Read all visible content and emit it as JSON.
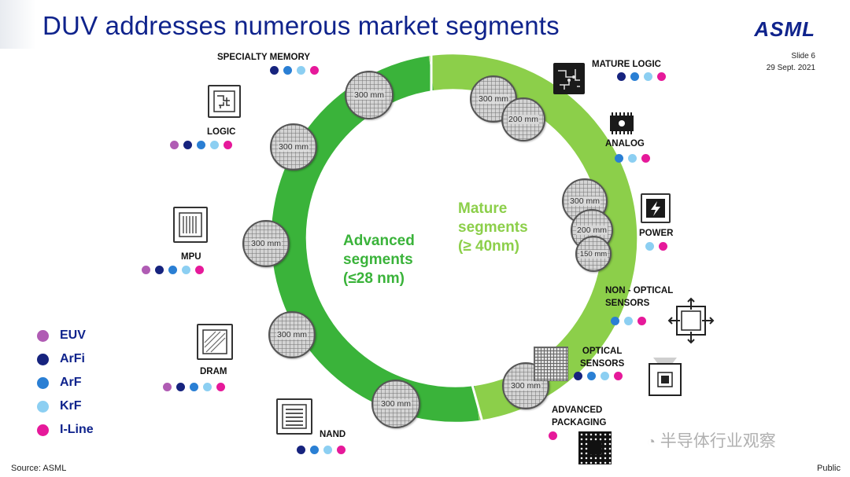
{
  "header": {
    "title": "DUV addresses numerous market segments",
    "logo": "ASML",
    "slide": "Slide 6",
    "date": "29 Sept. 2021"
  },
  "colors": {
    "EUV": "#b05cb4",
    "ArFi": "#16237e",
    "ArF": "#2a7fd4",
    "KrF": "#8ccff2",
    "ILine": "#e6199a",
    "advanced": "#3ab33a",
    "mature": "#8ccf4a"
  },
  "ring": {
    "advanced_label": [
      "Advanced",
      "segments",
      "(≤28 nm)"
    ],
    "mature_label": [
      "Mature",
      "segments",
      "(≥ 40nm)"
    ]
  },
  "wafers": {
    "w300": "300 mm",
    "w200": "200 mm",
    "w150": "150 mm"
  },
  "segments": {
    "specialty_memory": {
      "label": "SPECIALTY MEMORY",
      "icon": "memory-chip-icon",
      "dots": [
        "ArFi",
        "ArF",
        "KrF",
        "ILine"
      ]
    },
    "logic": {
      "label": "LOGIC",
      "icon": "logic-chip-icon",
      "dots": [
        "EUV",
        "ArFi",
        "ArF",
        "KrF",
        "ILine"
      ]
    },
    "mpu": {
      "label": "MPU",
      "icon": "mpu-chip-icon",
      "dots": [
        "EUV",
        "ArFi",
        "ArF",
        "KrF",
        "ILine"
      ]
    },
    "dram": {
      "label": "DRAM",
      "icon": "dram-chip-icon",
      "dots": [
        "EUV",
        "ArFi",
        "ArF",
        "KrF",
        "ILine"
      ]
    },
    "nand": {
      "label": "NAND",
      "icon": "nand-chip-icon",
      "dots": [
        "ArFi",
        "ArF",
        "KrF",
        "ILine"
      ]
    },
    "mature_logic": {
      "label": "MATURE LOGIC",
      "icon": "circuit-board-icon",
      "dots": [
        "ArFi",
        "ArF",
        "KrF",
        "ILine"
      ]
    },
    "analog": {
      "label": "ANALOG",
      "icon": "analog-chip-icon",
      "dots": [
        "ArF",
        "KrF",
        "ILine"
      ]
    },
    "power": {
      "label": "POWER",
      "icon": "lightning-icon",
      "dots": [
        "KrF",
        "ILine"
      ]
    },
    "non_optical": {
      "label_1": "NON - OPTICAL",
      "label_2": "SENSORS",
      "icon": "arrows-sensor-icon",
      "dots": [
        "ArF",
        "KrF",
        "ILine"
      ]
    },
    "optical": {
      "label_1": "OPTICAL",
      "label_2": "SENSORS",
      "icon": "optical-sensor-icon",
      "dots": [
        "ArFi",
        "ArF",
        "KrF",
        "ILine"
      ]
    },
    "packaging": {
      "label_1": "ADVANCED",
      "label_2": "PACKAGING",
      "icon": "package-grid-icon",
      "dots": [
        "ILine"
      ]
    }
  },
  "legend": [
    {
      "key": "EUV",
      "label": "EUV"
    },
    {
      "key": "ArFi",
      "label": "ArFi"
    },
    {
      "key": "ArF",
      "label": "ArF"
    },
    {
      "key": "KrF",
      "label": "KrF"
    },
    {
      "key": "ILine",
      "label": "I-Line"
    }
  ],
  "footer": {
    "source": "Source: ASML",
    "classification": "Public",
    "watermark": "半导体行业观察"
  }
}
